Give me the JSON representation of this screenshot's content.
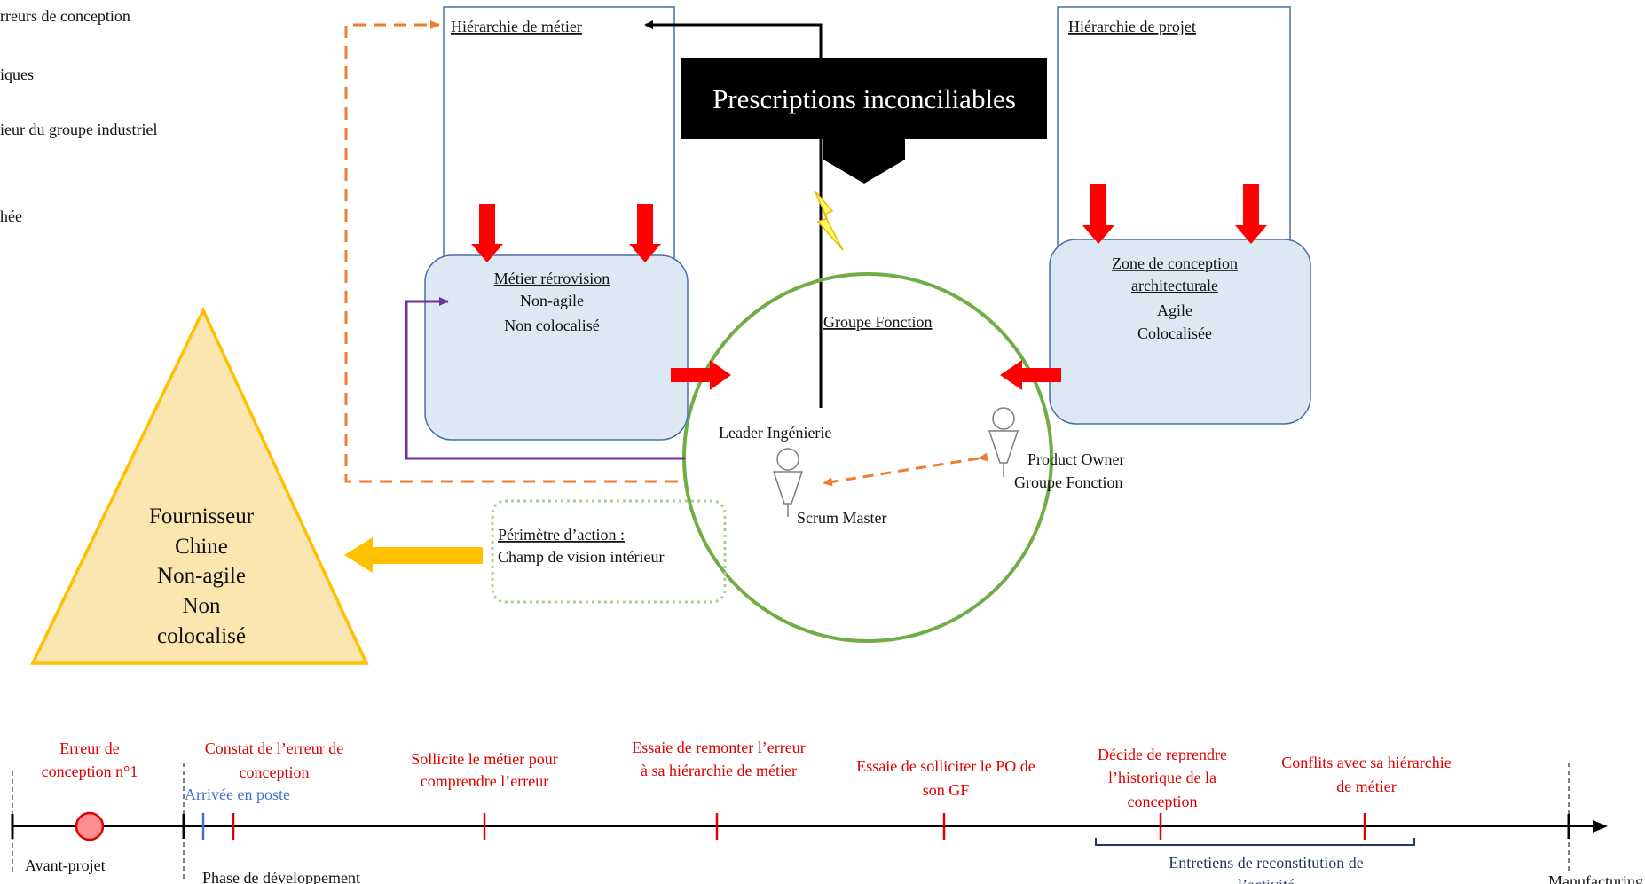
{
  "left_cut_text": {
    "line1": "rreurs de conception",
    "line2": "iques",
    "line3": "ieur du groupe industriel",
    "line4": "hée"
  },
  "hierarchie_metier": {
    "title": "Hiérarchie de métier"
  },
  "hierarchie_projet": {
    "title": "Hiérarchie de projet"
  },
  "prescriptions": {
    "label": "Prescriptions inconciliables"
  },
  "metier_retrovision": {
    "title": "Métier rétrovision",
    "line1": "Non-agile",
    "line2": "Non colocalisé"
  },
  "zone_conception": {
    "title_line1": "Zone de conception",
    "title_line2": "architecturale",
    "line1": "Agile",
    "line2": "Colocalisée"
  },
  "groupe_fonction": {
    "title": "Groupe Fonction"
  },
  "people": {
    "leader": "Leader Ingénierie",
    "scrum": "Scrum Master",
    "po_line1": "Product Owner",
    "po_line2": "Groupe Fonction"
  },
  "perimetre": {
    "title": "Périmètre d’action :",
    "line1": "Champ de vision intérieur"
  },
  "fournisseur": {
    "line1": "Fournisseur",
    "line2": "Chine",
    "line3": "Non-agile",
    "line4": "Non",
    "line5": "colocalisé"
  },
  "timeline": {
    "events": [
      {
        "line1": "Erreur de",
        "line2": "conception n°1"
      },
      {
        "line1": "Constat de l’erreur de",
        "line2": "conception"
      },
      {
        "line1": "Sollicite le métier pour",
        "line2": "comprendre l’erreur"
      },
      {
        "line1": "Essaie de remonter l’erreur",
        "line2": "à sa hiérarchie de métier"
      },
      {
        "line1": "Essaie de solliciter le PO de",
        "line2": "son GF"
      },
      {
        "line1": "Décide de reprendre",
        "line2": "l’historique de la",
        "line3": "conception"
      },
      {
        "line1": "Conflits avec sa hiérarchie",
        "line2": "de métier"
      }
    ],
    "arrivee": "Arrivée en poste",
    "phases": {
      "avant_projet": "Avant-projet",
      "developpement": "Phase de développement",
      "manufacturing": "Manufacturing"
    },
    "entretiens": {
      "line1": "Entretiens de reconstitution de",
      "line2": "l’activité"
    }
  },
  "colors": {
    "red_accent": "#ff0000",
    "box_fill": "#dde8f5",
    "box_stroke": "#4a6ea9",
    "circle_green": "#70ad47",
    "dashed_orange": "#ed7d31",
    "purple": "#7030a0",
    "triangle_fill": "#fbe5b1",
    "triangle_stroke": "#ffc000",
    "timeline_red": "#e00000",
    "timeline_blue": "#4472c4"
  }
}
